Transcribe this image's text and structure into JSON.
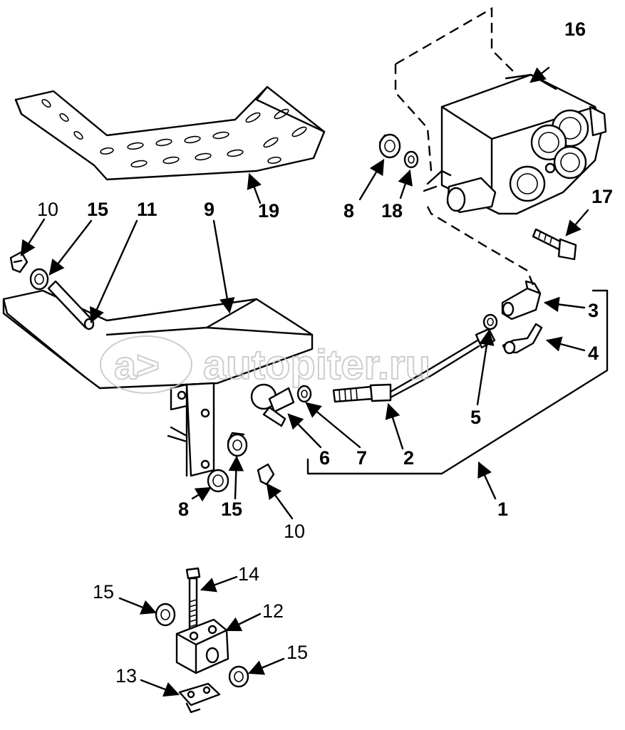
{
  "callouts": {
    "c1": "1",
    "c2": "2",
    "c3": "3",
    "c4": "4",
    "c5": "5",
    "c6": "6",
    "c7": "7",
    "c8a": "8",
    "c8b": "8",
    "c9": "9",
    "c10a": "10",
    "c10b": "10",
    "c11": "11",
    "c12": "12",
    "c13": "13",
    "c14": "14",
    "c15a": "15",
    "c15b": "15",
    "c15c": "15",
    "c15d": "15",
    "c16": "16",
    "c17": "17",
    "c18": "18",
    "c19": "19"
  },
  "watermark": {
    "text": "autopiter.ru"
  },
  "colors": {
    "ink": "#000000",
    "watermark": "#c8c8c8",
    "background": "#ffffff"
  }
}
